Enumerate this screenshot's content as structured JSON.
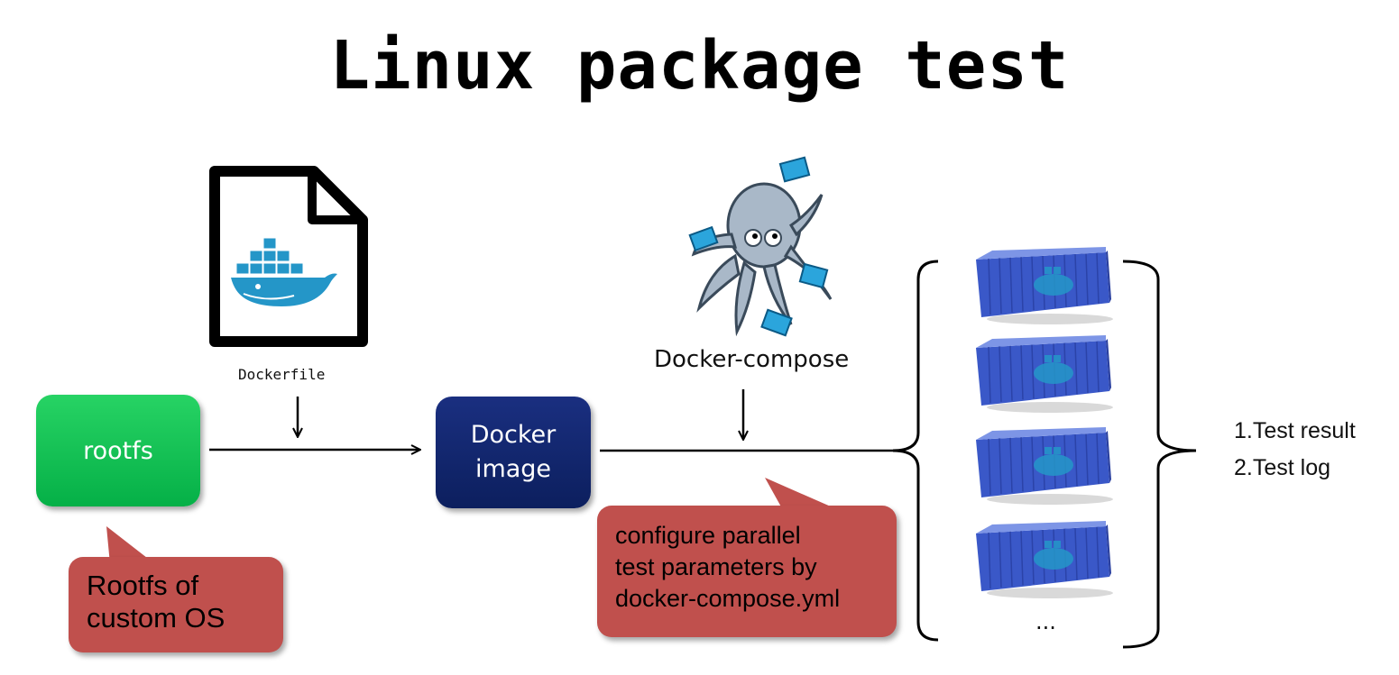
{
  "title": "Linux package test",
  "nodes": {
    "rootfs": "rootfs",
    "docker_image": [
      "Docker",
      "image"
    ]
  },
  "labels": {
    "dockerfile": "Dockerfile",
    "docker_compose": "Docker-compose",
    "ellipsis": "..."
  },
  "callouts": {
    "rootfs_note": [
      "Rootfs of",
      "custom OS"
    ],
    "compose_note": [
      "configure parallel",
      "test parameters by",
      "docker-compose.yml"
    ]
  },
  "outputs": [
    "1.Test result",
    "2.Test log"
  ],
  "icons": [
    "dockerfile-icon",
    "docker-compose-octopus-icon",
    "container-icon"
  ],
  "colors": {
    "rootfs_box": "#0cb24c",
    "docker_image_box": "#13296b",
    "callout": "#c0504d",
    "container": "#3a58c8"
  }
}
